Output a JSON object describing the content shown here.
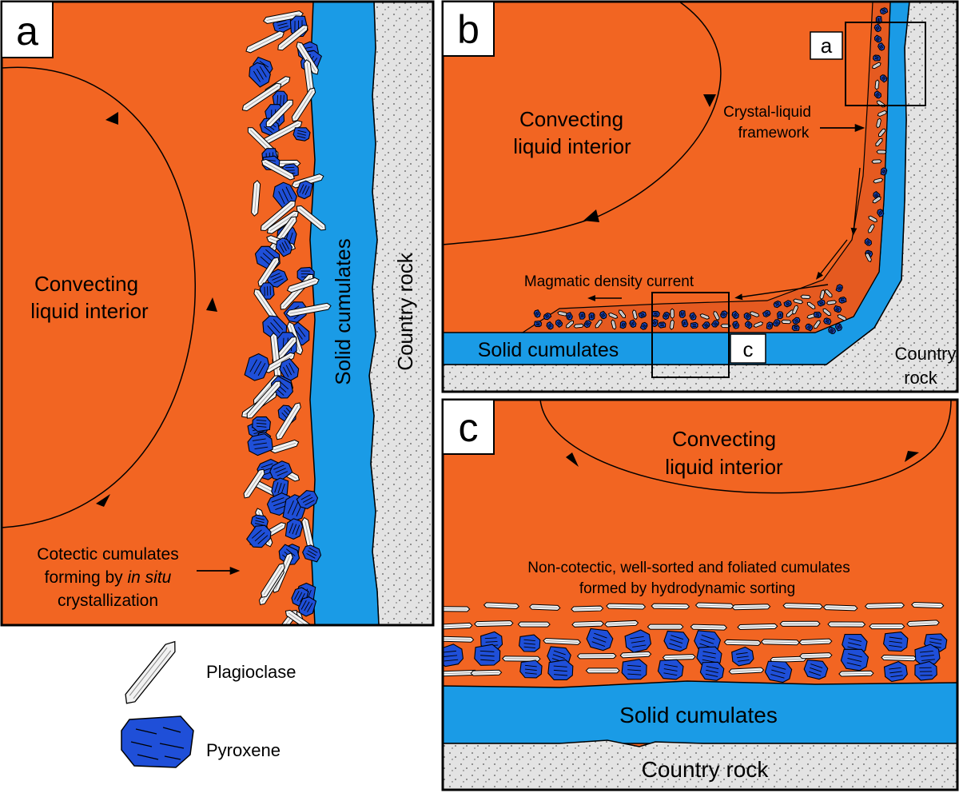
{
  "colors": {
    "liquid": "#f26522",
    "solid": "#1a9be6",
    "country_rock": "#e3e3e3",
    "pyroxene": "#1f4fd8",
    "plagioclase": "#f2f2f2",
    "outline": "#000000"
  },
  "panel_a": {
    "letter": "a",
    "interior_line1": "Convecting",
    "interior_line2": "liquid interior",
    "solid": "Solid cumulates",
    "country": "Country rock",
    "cotectic_line1": "Cotectic cumulates",
    "cotectic_line2_pre": "forming by ",
    "cotectic_line2_italic": "in situ",
    "cotectic_line3": "crystallization"
  },
  "panel_b": {
    "letter": "b",
    "interior_line1": "Convecting",
    "interior_line2": "liquid interior",
    "framework_line1": "Crystal-liquid",
    "framework_line2": "framework",
    "current": "Magmatic density current",
    "solid": "Solid cumulates",
    "country_line1": "Country",
    "country_line2": "rock",
    "box_a": "a",
    "box_c": "c"
  },
  "panel_c": {
    "letter": "c",
    "interior_line1": "Convecting",
    "interior_line2": "liquid interior",
    "noncotectic_line1": "Non-cotectic, well-sorted and foliated cumulates",
    "noncotectic_line2": "formed by hydrodynamic sorting",
    "solid": "Solid cumulates",
    "country": "Country rock"
  },
  "legend": {
    "plagioclase": "Plagioclase",
    "pyroxene": "Pyroxene"
  }
}
